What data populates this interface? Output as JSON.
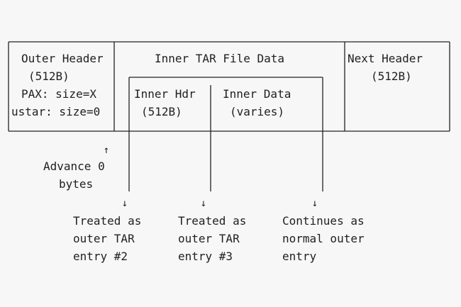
{
  "outer_header": {
    "line1": "Outer Header",
    "line2": "(512B)",
    "line3": "PAX: size=X",
    "line4": "ustar: size=0"
  },
  "inner_tar": {
    "title": "Inner TAR File Data",
    "hdr_line1": "Inner Hdr",
    "hdr_line2": "(512B)",
    "data_line1": "Inner Data",
    "data_line2": "(varies)"
  },
  "next_header": {
    "line1": "Next Header",
    "line2": "(512B)"
  },
  "advance": {
    "arrow": "↑",
    "line1": "Advance 0",
    "line2": "bytes"
  },
  "arrows": {
    "down": "↓"
  },
  "notes": [
    {
      "line1": "Treated as",
      "line2": "outer TAR",
      "line3": "entry #2"
    },
    {
      "line1": "Treated as",
      "line2": "outer TAR",
      "line3": "entry #3"
    },
    {
      "line1": "Continues as",
      "line2": "normal outer",
      "line3": "entry"
    }
  ]
}
